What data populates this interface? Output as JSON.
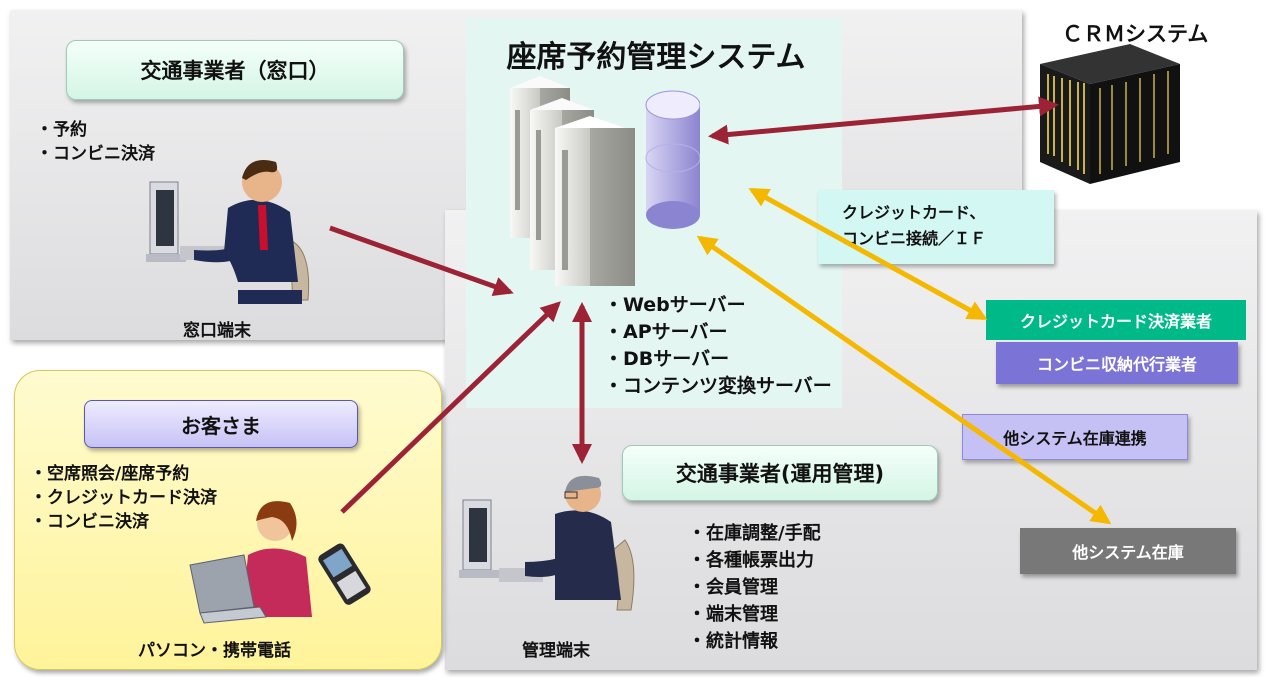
{
  "system": {
    "title": "座席予約管理システム",
    "servers": [
      "・Webサーバー",
      "・APサーバー",
      "・DBサーバー",
      "・コンテンツ変換サーバー"
    ]
  },
  "crm": {
    "label": "ＣＲＭシステム"
  },
  "counter": {
    "title": "交通事業者（窓口）",
    "items": [
      "・予約",
      "・コンビニ決済"
    ],
    "terminal": "窓口端末"
  },
  "customer": {
    "title": "お客さま",
    "items": [
      "・空席照会/座席予約",
      "・クレジットカード決済",
      "・コンビニ決済"
    ],
    "device": "パソコン・携帯電話"
  },
  "operations": {
    "title": "交通事業者(運用管理)",
    "items": [
      "・在庫調整/手配",
      "・各種帳票出力",
      "・会員管理",
      "・端末管理",
      "・統計情報"
    ],
    "terminal": "管理端末"
  },
  "external": {
    "interface_line1": "クレジットカード、",
    "interface_line2": "コンビニ接続／ＩＦ",
    "credit_vendor": "クレジットカード決済業者",
    "conv_vendor": "コンビニ収納代行業者",
    "inventory_link": "他システム在庫連携",
    "other_inventory": "他システム在庫"
  },
  "colors": {
    "arrow_dark_red": "#9b2335",
    "arrow_yellow": "#f5b800",
    "credit_tag": "#00b989",
    "conv_tag": "#7b74d6",
    "inventory_tag": "#787878",
    "customer_panel": "#fff7a8"
  }
}
